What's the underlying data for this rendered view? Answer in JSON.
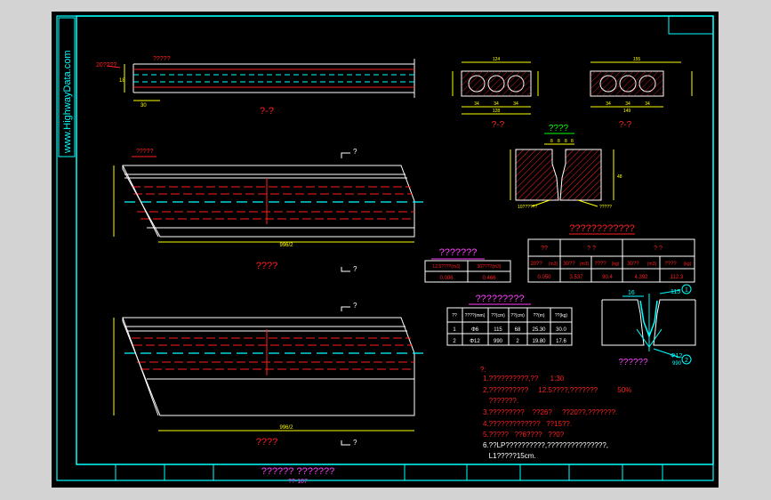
{
  "watermark": "www.HighwayData.com",
  "colors": {
    "paper": "#000000",
    "frame": "#00ffff",
    "red": "#ff2020",
    "yellow": "#ffff00",
    "white": "#ffffff",
    "magenta": "#ff40ff",
    "green": "#00ff00",
    "cyan": "#00ffff"
  },
  "views": {
    "top_label_left": "20????",
    "top_label_note": "?????",
    "top_caption": "?-?",
    "plan1_label": "?????",
    "plan1_caption": "????",
    "plan1_dim": "996/2",
    "plan2_caption": "????",
    "plan2_dim": "996/2",
    "section_mark": "?",
    "side_dim_a": "18",
    "side_dim_b": "30"
  },
  "sections": {
    "s1_caption": "?-?",
    "s2_caption": "?-?",
    "s1_width": "124",
    "s2_width": "155",
    "s1_dim": "128",
    "s2_dim": "149",
    "s_dims": [
      "34",
      "34",
      "34"
    ],
    "joint_caption": "????",
    "joint_label_left": "10??????",
    "joint_label_right": "?????",
    "joint_dims": [
      "8",
      "8",
      "8",
      "8"
    ],
    "joint_height": "48"
  },
  "table_small": {
    "title": "???????",
    "headers": [
      "12.5????(m3)",
      "30????(m3)"
    ],
    "values": [
      "0.006",
      "0.466"
    ]
  },
  "table_qty": {
    "title": "????????????",
    "header_top": [
      "??",
      "? ?",
      "? ?"
    ],
    "header_sub": [
      "20??",
      "(m3)",
      "30??",
      "(m3)",
      "????",
      "(kg)",
      "30??",
      "(m3)",
      "????",
      "(kg)"
    ],
    "values": [
      "0.050",
      "3.537",
      "90.4",
      "4.392",
      "112.3"
    ]
  },
  "table_rebar": {
    "title": "?????????",
    "headers": [
      "??",
      "????(mm)",
      "??(cm)",
      "??(cm)",
      "??(m)",
      "??(kg)"
    ],
    "rows": [
      [
        "1",
        "Φ6",
        "115",
        "68",
        "25.30",
        "30.0"
      ],
      [
        "2",
        "Φ12",
        "990",
        "2",
        "19.80",
        "17.6"
      ]
    ]
  },
  "detail": {
    "caption": "??????",
    "dim_top": "16",
    "callout_1": "115",
    "callout_1_num": "1",
    "callout_2": "Φ12",
    "callout_2_sub": "990",
    "callout_2_num": "2"
  },
  "notes": {
    "head": "?:",
    "lines": [
      "1.??????????,??      1:30",
      "2.??????????     12.5????,???????          50%",
      "   ???????.",
      "3.?????????    ??26?     ??20??,???????.",
      "4.?????????????   ??15??.",
      "5.?????   ??6????   ??0?",
      "6.??LP??????????,???????????????,",
      "   L1?????15cm."
    ]
  },
  "title_block": {
    "title": "?????? ???????",
    "sheet_no": "??-107"
  }
}
